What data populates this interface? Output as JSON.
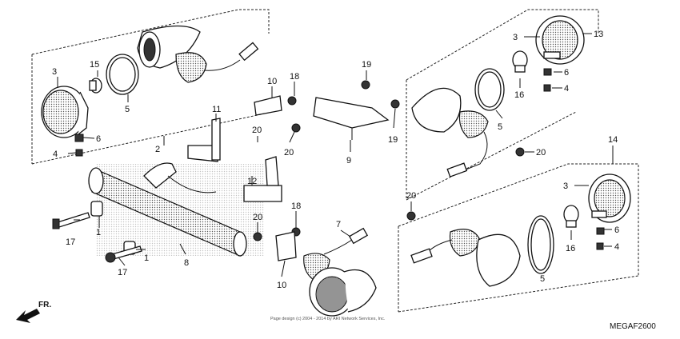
{
  "diagram": {
    "code": "MEGAF2600",
    "copyright": "Page design (c) 2004 - 2014 by ARI Network Services, Inc.",
    "direction_label": "FR.",
    "callouts": {
      "c3a": "3",
      "c15": "15",
      "c5a": "5",
      "c6a": "6",
      "c4a": "4",
      "c2": "2",
      "c17a": "17",
      "c1a": "1",
      "c17b": "17",
      "c1b": "1",
      "c8": "8",
      "c11": "11",
      "c10a": "10",
      "c18a": "18",
      "c20a": "20",
      "c19a": "19",
      "c19b": "19",
      "c9": "9",
      "c12": "12",
      "c20b": "20",
      "c18b": "18",
      "c7": "7",
      "c10b": "10",
      "c3b": "3",
      "c13": "13",
      "c6b": "6",
      "c4b": "4",
      "c16a": "16",
      "c5b": "5",
      "c20c": "20",
      "c14": "14",
      "c3c": "3",
      "c20d": "20",
      "c6c": "6",
      "c4c": "4",
      "c16b": "16",
      "c5c": "5"
    }
  }
}
